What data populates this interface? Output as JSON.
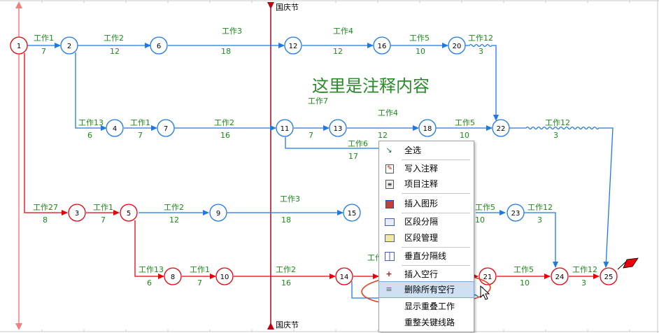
{
  "holiday_label": "国庆节",
  "annotation_text": "这里是注释内容",
  "colors": {
    "critical": "#e8000a",
    "normal": "#1e78e6",
    "label": "#1a8a1a",
    "ellipse": "#e04020"
  },
  "nodes": [
    {
      "id": "n1",
      "label": "1",
      "crit": true
    },
    {
      "id": "n2",
      "label": "2",
      "crit": false
    },
    {
      "id": "n6",
      "label": "6",
      "crit": false
    },
    {
      "id": "n12",
      "label": "12",
      "crit": false
    },
    {
      "id": "n16",
      "label": "16",
      "crit": false
    },
    {
      "id": "n20",
      "label": "20",
      "crit": false
    },
    {
      "id": "n4",
      "label": "4",
      "crit": false
    },
    {
      "id": "n7",
      "label": "7",
      "crit": false
    },
    {
      "id": "n11",
      "label": "11",
      "crit": false
    },
    {
      "id": "n13",
      "label": "13",
      "crit": false
    },
    {
      "id": "n18",
      "label": "18",
      "crit": false
    },
    {
      "id": "n22",
      "label": "22",
      "crit": false
    },
    {
      "id": "n3",
      "label": "3",
      "crit": true
    },
    {
      "id": "n5",
      "label": "5",
      "crit": true
    },
    {
      "id": "n9",
      "label": "9",
      "crit": false
    },
    {
      "id": "n15",
      "label": "15",
      "crit": false
    },
    {
      "id": "n23",
      "label": "23",
      "crit": false
    },
    {
      "id": "n8",
      "label": "8",
      "crit": true
    },
    {
      "id": "n10",
      "label": "10",
      "crit": true
    },
    {
      "id": "n14",
      "label": "14",
      "crit": true
    },
    {
      "id": "n21",
      "label": "21",
      "crit": true
    },
    {
      "id": "n24",
      "label": "24",
      "crit": true
    },
    {
      "id": "n25",
      "label": "25",
      "crit": true
    }
  ],
  "work_labels": {
    "w1": "工作1",
    "w2": "工作2",
    "w3": "工作3",
    "w4": "工作4",
    "w5": "工作5",
    "w12": "工作12",
    "w13": "工作13",
    "w6": "工作6",
    "w7": "工作7",
    "w27": "工作27",
    "w5b": "工作5"
  },
  "durations": {
    "d7": "7",
    "d12": "12",
    "d18": "18",
    "d10": "10",
    "d3": "3",
    "d6": "6",
    "d16": "16",
    "d17": "17",
    "d8": "8"
  },
  "menu": {
    "items": [
      {
        "label": "全选",
        "icon": "select-all-icon"
      },
      {
        "label": "写入注释",
        "icon": "write-note-icon"
      },
      {
        "label": "项目注释",
        "icon": "project-note-icon"
      },
      {
        "label": "插入图形",
        "icon": "insert-graphic-icon"
      },
      {
        "label": "区段分隔",
        "icon": "segment-divide-icon"
      },
      {
        "label": "区段管理",
        "icon": "segment-manage-icon"
      },
      {
        "label": "垂直分隔线",
        "icon": "vertical-divider-icon"
      },
      {
        "label": "插入空行",
        "icon": "insert-row-icon"
      },
      {
        "label": "删除所有空行",
        "icon": "delete-rows-icon"
      },
      {
        "label": "显示重叠工作",
        "icon": ""
      },
      {
        "label": "重整关键线路",
        "icon": ""
      }
    ]
  }
}
